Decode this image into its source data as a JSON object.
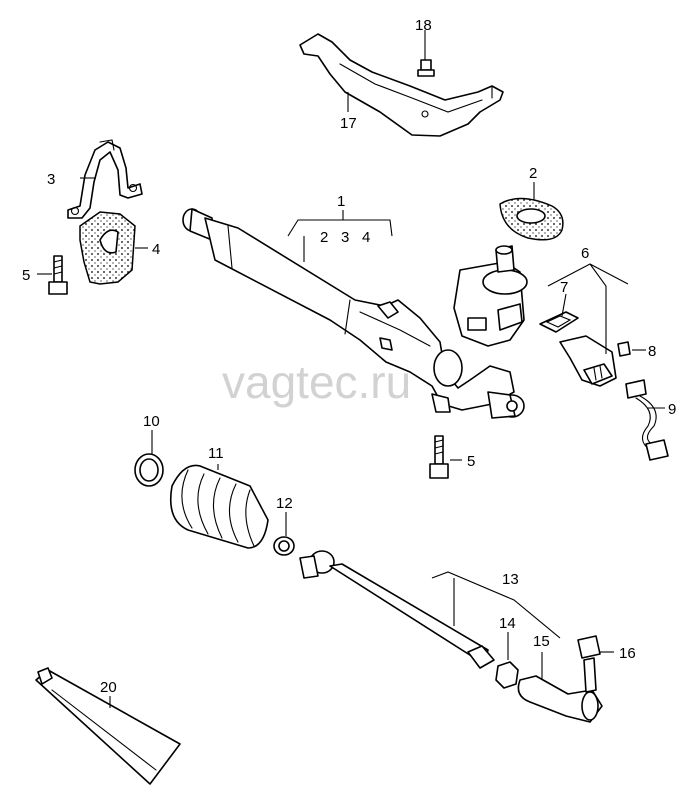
{
  "watermark": "vagtec.ru",
  "callouts": {
    "c1": "1",
    "c2a": "2",
    "c2b": "2",
    "c3a": "3",
    "c3b": "3",
    "c4a": "4",
    "c4b": "4",
    "c5a": "5",
    "c5b": "5",
    "c6": "6",
    "c7": "7",
    "c8": "8",
    "c9": "9",
    "c10": "10",
    "c11": "11",
    "c12": "12",
    "c13": "13",
    "c14": "14",
    "c15": "15",
    "c16": "16",
    "c17": "17",
    "c18": "18",
    "c20": "20"
  }
}
